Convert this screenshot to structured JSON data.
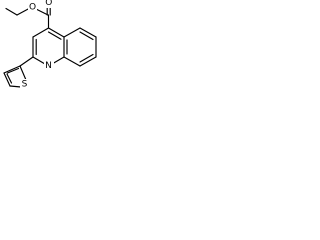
{
  "diagram": {
    "type": "skeletal-structure",
    "atom_labels": {
      "carbonyl_oxygen": "O",
      "ester_oxygen": "O",
      "ring_nitrogen": "N",
      "thiophene_sulfur": "S"
    },
    "colors": {
      "bond": "#000000",
      "label": "#000000",
      "background": "#ffffff"
    }
  }
}
